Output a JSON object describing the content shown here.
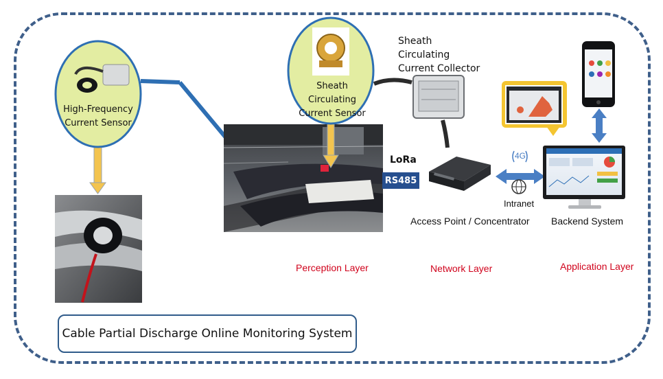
{
  "labels": {
    "hf_sensor": "High-Frequency Current Sensor",
    "sheath_sensor": "Sheath Circulating Current Sensor",
    "collector": "Sheath Circulating Current Collector",
    "lora": "LoRa",
    "rs485": "RS485",
    "access_point": "Access Point / Concentrator",
    "backend": "Backend System",
    "intranet": "Intranet",
    "g4": "4G"
  },
  "layers": {
    "perception": "Perception Layer",
    "network": "Network Layer",
    "application": "Application Layer"
  },
  "system_title": "Cable Partial Discharge Online Monitoring System",
  "colors": {
    "frame": "#3f5f8a",
    "bubble_fill": "#e3eda2",
    "bubble_stroke": "#2e6fb3",
    "layer_text": "#d0021b",
    "arrow_yellow": "#f3c44f",
    "arrow_blue": "#4a7fc4"
  }
}
